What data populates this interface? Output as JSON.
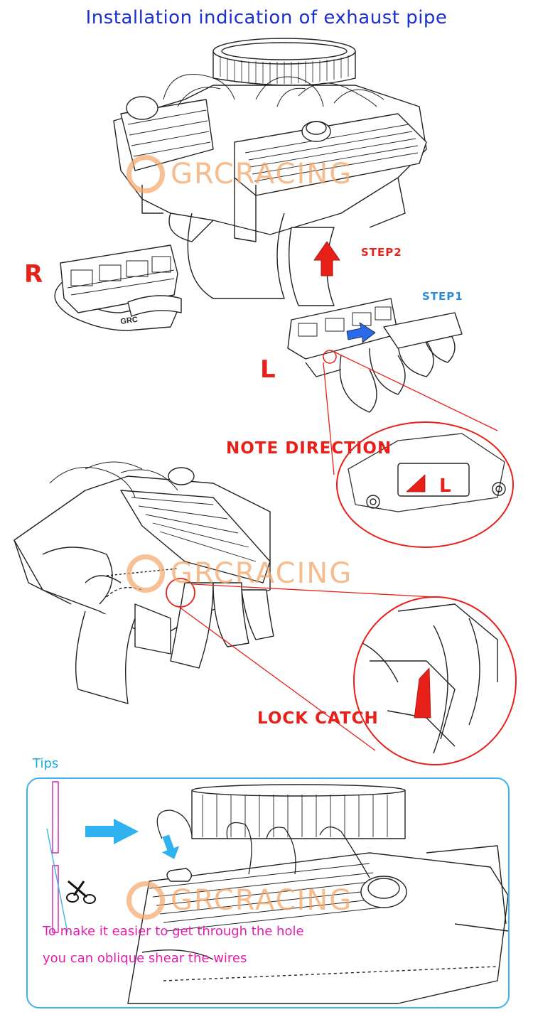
{
  "title": "Installation indication of exhaust pipe",
  "labels": {
    "right": "R",
    "left": "L",
    "step2": "STEP2",
    "step1": "STEP1",
    "note_direction": "NOTE DIRECTION",
    "lock_catch": "LOCK CATCH",
    "zoom_mark": "L",
    "header_stamp": "GRC"
  },
  "watermark": "GRCRACING",
  "tips": {
    "heading": "Tips",
    "line1": "To make it easier to get through the hole",
    "line2": "you can oblique shear the wires"
  },
  "colors": {
    "title": "#1a2fd0",
    "callout_red": "#e8201a",
    "step1_blue": "#2a8ad8",
    "tips_blue": "#19a8e8",
    "tips_text": "#e01fb0",
    "watermark": "#f3a668"
  },
  "icons": [
    "up-arrow-icon",
    "right-arrow-icon",
    "scissors-icon"
  ]
}
